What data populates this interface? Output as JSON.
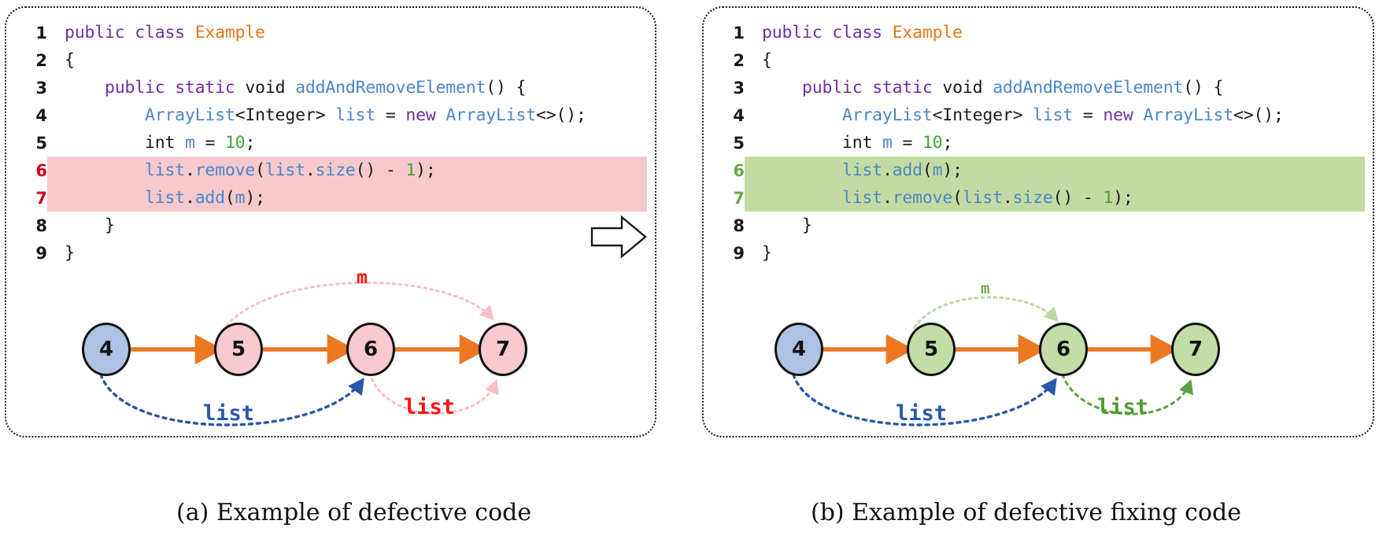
{
  "figure": {
    "panels": [
      {
        "id": "a",
        "caption": "(a) Example of defective code",
        "highlight_color": "#f7c9cc",
        "accent_color": "#ff1010",
        "node_color": "#f8c9ce",
        "code": [
          {
            "num": "1",
            "tokens": [
              {
                "t": "public class ",
                "c": "k"
              },
              {
                "t": "Example",
                "c": "cls"
              }
            ],
            "state": "normal"
          },
          {
            "num": "2",
            "tokens": [
              {
                "t": "{",
                "c": "kb"
              }
            ],
            "state": "normal"
          },
          {
            "num": "3",
            "tokens": [
              {
                "t": "    ",
                "c": "kb"
              },
              {
                "t": "public static ",
                "c": "k"
              },
              {
                "t": "void ",
                "c": "kb"
              },
              {
                "t": "addAndRemoveElement",
                "c": "mth"
              },
              {
                "t": "() {",
                "c": "kb"
              }
            ],
            "state": "normal"
          },
          {
            "num": "4",
            "tokens": [
              {
                "t": "        ",
                "c": "kb"
              },
              {
                "t": "ArrayList",
                "c": "mth"
              },
              {
                "t": "<Integer> ",
                "c": "kb"
              },
              {
                "t": "list ",
                "c": "var"
              },
              {
                "t": "= ",
                "c": "kb"
              },
              {
                "t": "new ",
                "c": "k"
              },
              {
                "t": "ArrayList",
                "c": "mth"
              },
              {
                "t": "<>();",
                "c": "kb"
              }
            ],
            "state": "normal"
          },
          {
            "num": "5",
            "tokens": [
              {
                "t": "        int ",
                "c": "kb"
              },
              {
                "t": "m ",
                "c": "var"
              },
              {
                "t": "= ",
                "c": "kb"
              },
              {
                "t": "10",
                "c": "num"
              },
              {
                "t": ";",
                "c": "kb"
              }
            ],
            "state": "normal"
          },
          {
            "num": "6",
            "tokens": [
              {
                "t": "        ",
                "c": "kb"
              },
              {
                "t": "list",
                "c": "var"
              },
              {
                "t": ".",
                "c": "kb"
              },
              {
                "t": "remove",
                "c": "mth"
              },
              {
                "t": "(",
                "c": "kb"
              },
              {
                "t": "list",
                "c": "var"
              },
              {
                "t": ".",
                "c": "kb"
              },
              {
                "t": "size",
                "c": "mth"
              },
              {
                "t": "() - ",
                "c": "kb"
              },
              {
                "t": "1",
                "c": "num"
              },
              {
                "t": ");",
                "c": "kb"
              }
            ],
            "state": "bad"
          },
          {
            "num": "7",
            "tokens": [
              {
                "t": "        ",
                "c": "kb"
              },
              {
                "t": "list",
                "c": "var"
              },
              {
                "t": ".",
                "c": "kb"
              },
              {
                "t": "add",
                "c": "mth"
              },
              {
                "t": "(",
                "c": "kb"
              },
              {
                "t": "m",
                "c": "var"
              },
              {
                "t": ");",
                "c": "kb"
              }
            ],
            "state": "bad"
          },
          {
            "num": "8",
            "tokens": [
              {
                "t": "    }",
                "c": "kb"
              }
            ],
            "state": "normal"
          },
          {
            "num": "9",
            "tokens": [
              {
                "t": "}",
                "c": "kb"
              }
            ],
            "state": "normal"
          }
        ],
        "diagram": {
          "nodes": [
            {
              "label": "4",
              "color": "blue"
            },
            {
              "label": "5",
              "color": "pink"
            },
            {
              "label": "6",
              "color": "pink"
            },
            {
              "label": "7",
              "color": "pink"
            }
          ],
          "labels": {
            "m": "m",
            "list_blue": "list",
            "list_accent": "list"
          }
        }
      },
      {
        "id": "b",
        "caption": "(b) Example of defective fixing code",
        "highlight_color": "#c3dba2",
        "accent_color": "#4f9a35",
        "node_color": "#c3dda6",
        "code": [
          {
            "num": "1",
            "tokens": [
              {
                "t": "public class ",
                "c": "k"
              },
              {
                "t": "Example",
                "c": "cls"
              }
            ],
            "state": "normal"
          },
          {
            "num": "2",
            "tokens": [
              {
                "t": "{",
                "c": "kb"
              }
            ],
            "state": "normal"
          },
          {
            "num": "3",
            "tokens": [
              {
                "t": "    ",
                "c": "kb"
              },
              {
                "t": "public static ",
                "c": "k"
              },
              {
                "t": "void ",
                "c": "kb"
              },
              {
                "t": "addAndRemoveElement",
                "c": "mth"
              },
              {
                "t": "() {",
                "c": "kb"
              }
            ],
            "state": "normal"
          },
          {
            "num": "4",
            "tokens": [
              {
                "t": "        ",
                "c": "kb"
              },
              {
                "t": "ArrayList",
                "c": "mth"
              },
              {
                "t": "<Integer> ",
                "c": "kb"
              },
              {
                "t": "list ",
                "c": "var"
              },
              {
                "t": "= ",
                "c": "kb"
              },
              {
                "t": "new ",
                "c": "k"
              },
              {
                "t": "ArrayList",
                "c": "mth"
              },
              {
                "t": "<>();",
                "c": "kb"
              }
            ],
            "state": "normal"
          },
          {
            "num": "5",
            "tokens": [
              {
                "t": "        int ",
                "c": "kb"
              },
              {
                "t": "m ",
                "c": "var"
              },
              {
                "t": "= ",
                "c": "kb"
              },
              {
                "t": "10",
                "c": "num"
              },
              {
                "t": ";",
                "c": "kb"
              }
            ],
            "state": "normal"
          },
          {
            "num": "6",
            "tokens": [
              {
                "t": "        ",
                "c": "kb"
              },
              {
                "t": "list",
                "c": "var"
              },
              {
                "t": ".",
                "c": "kb"
              },
              {
                "t": "add",
                "c": "mth"
              },
              {
                "t": "(",
                "c": "kb"
              },
              {
                "t": "m",
                "c": "var"
              },
              {
                "t": ");",
                "c": "kb"
              }
            ],
            "state": "good"
          },
          {
            "num": "7",
            "tokens": [
              {
                "t": "        ",
                "c": "kb"
              },
              {
                "t": "list",
                "c": "var"
              },
              {
                "t": ".",
                "c": "kb"
              },
              {
                "t": "remove",
                "c": "mth"
              },
              {
                "t": "(",
                "c": "kb"
              },
              {
                "t": "list",
                "c": "var"
              },
              {
                "t": ".",
                "c": "kb"
              },
              {
                "t": "size",
                "c": "mth"
              },
              {
                "t": "() - ",
                "c": "kb"
              },
              {
                "t": "1",
                "c": "num"
              },
              {
                "t": ");",
                "c": "kb"
              }
            ],
            "state": "good"
          },
          {
            "num": "8",
            "tokens": [
              {
                "t": "    }",
                "c": "kb"
              }
            ],
            "state": "normal"
          },
          {
            "num": "9",
            "tokens": [
              {
                "t": "}",
                "c": "kb"
              }
            ],
            "state": "normal"
          }
        ],
        "diagram": {
          "nodes": [
            {
              "label": "4",
              "color": "blue"
            },
            {
              "label": "5",
              "color": "green"
            },
            {
              "label": "6",
              "color": "green"
            },
            {
              "label": "7",
              "color": "green"
            }
          ],
          "labels": {
            "m": "m",
            "list_blue": "list",
            "list_accent": "list"
          }
        }
      }
    ],
    "transition_icon": "right-arrow-outline",
    "colors": {
      "sequence_arrow": "#ee7722",
      "blue_dashed": "#2a56a8",
      "red_accent": "#ff1010",
      "green_accent": "#6aa84f",
      "node_blue": "#aec3e3",
      "node_pink": "#f8c9ce",
      "node_green": "#c3dda6"
    }
  }
}
